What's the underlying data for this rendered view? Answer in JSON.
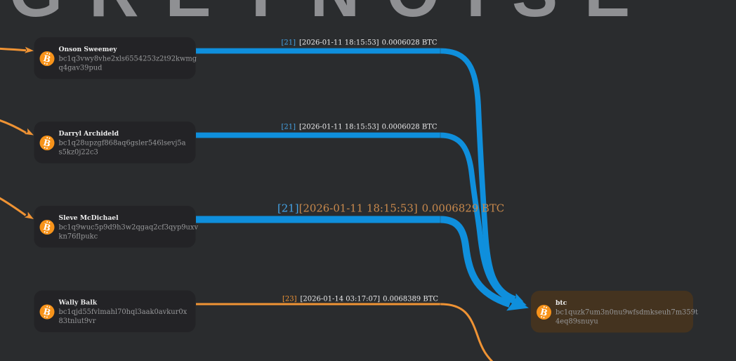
{
  "app": {
    "watermark": "GREYNOISE"
  },
  "icons": {
    "bitcoin_glyph": "B"
  },
  "colors": {
    "background": "#2a2c2e",
    "watermark": "#8f9093",
    "edge_blue": "#0f8fdc",
    "edge_orange": "#ef9334",
    "label_ref_blue": "#45a3e6",
    "label_ref_orange": "#ef9334",
    "label_text": "#e9e9ea",
    "label_hover": "#c8894c",
    "node_bg": "#232326",
    "node_selected_bg": "#44331f",
    "node_title": "#ececec",
    "node_address": "#98999b",
    "btc_icon_orange": "#f7931a",
    "btc_icon_glyph": "#ffffff"
  },
  "nodes": [
    {
      "label": "Onson Sweemey",
      "address": "bc1q3vwy8vhe2xls6554253z2t92kwmgq4gav39pud",
      "icon": "bitcoin",
      "selected": false
    },
    {
      "label": "Darryl Archideld",
      "address": "bc1q28upzgf868aq6gsler546lsevj5as5kz0j22c3",
      "icon": "bitcoin",
      "selected": false
    },
    {
      "label": "Sleve McDichael",
      "address": "bc1q9wuc5p9d9h3w2qgaq2cf3qyp9uxvkn76flpukc",
      "icon": "bitcoin",
      "selected": false
    },
    {
      "label": "Wally Balk",
      "address": "bc1qjd55fvlmahl70hql3aak0avkur0x83tnlut9vr",
      "icon": "bitcoin",
      "selected": false
    },
    {
      "label": "btc",
      "address": "bc1quzk7um3n0nu9wfsdmkseuh7m359t4eq89snuyu",
      "icon": "bitcoin",
      "selected": true
    }
  ],
  "edges": [
    {
      "from": "Onson Sweemey",
      "to": "btc",
      "ref": "[21]",
      "timestamp": "[2026-01-11 18:15:53]",
      "amount": "0.0006028 BTC",
      "color": "blue",
      "highlighted": false
    },
    {
      "from": "Darryl Archideld",
      "to": "btc",
      "ref": "[21]",
      "timestamp": "[2026-01-11 18:15:53]",
      "amount": "0.0006028 BTC",
      "color": "blue",
      "highlighted": false
    },
    {
      "from": "Sleve McDichael",
      "to": "btc",
      "ref": "[21]",
      "timestamp": "[2026-01-11 18:15:53]",
      "amount": "0.0006829 BTC",
      "color": "blue",
      "highlighted": true
    },
    {
      "from": "Wally Balk",
      "to": "",
      "ref": "[23]",
      "timestamp": "[2026-01-14 03:17:07]",
      "amount": "0.0068389 BTC",
      "color": "orange",
      "highlighted": false
    }
  ]
}
